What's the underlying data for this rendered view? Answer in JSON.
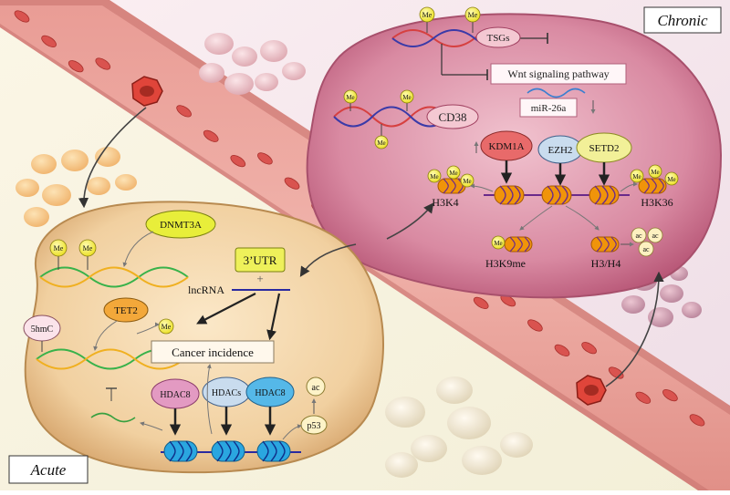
{
  "panels": {
    "chronic": "Chronic",
    "acute": "Acute"
  },
  "chronic_labels": {
    "tsgs": "TSGs",
    "wnt": "Wnt signaling pathway",
    "mir": "miR-26a",
    "cd38": "CD38",
    "kdm1a": "KDM1A",
    "ezh2": "EZH2",
    "setd2": "SETD2",
    "h3k4": "H3K4",
    "h3k36": "H3K36",
    "h3k9me": "H3K9me",
    "h3h4": "H3/H4"
  },
  "acute_labels": {
    "dnmt3a": "DNMT3A",
    "utr": "3’UTR",
    "plus": "+",
    "lncrna": "lncRNA",
    "tet2": "TET2",
    "hmc": "5hmC",
    "cancer": "Cancer incidence",
    "hdac8_left": "HDAC8",
    "hdacs": "HDACs",
    "hdac8_right": "HDAC8",
    "ac": "ac",
    "p53": "p53"
  },
  "marks": {
    "me": "Me",
    "ac": "ac"
  },
  "colors": {
    "vessel": "#e8a4a0",
    "rbc": "#d9534f",
    "chronic_cell": "#c96a85",
    "acute_cell": "#f1d3a5",
    "nucleosome": "#f0940a",
    "acute_nucleosome": "#2aa6e0",
    "me_mark": "#f4ee2e"
  }
}
